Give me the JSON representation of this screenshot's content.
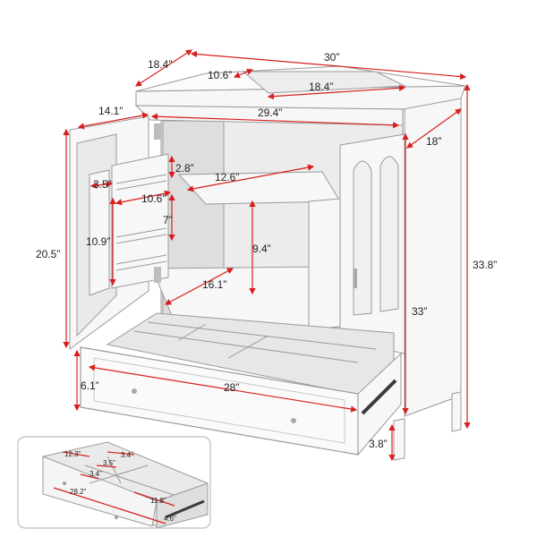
{
  "colors": {
    "dimension_line": "#d81e1e",
    "cabinet": "#f7f7f7",
    "cabinet_shadow": "#dcdcdc",
    "text": "#222222"
  },
  "dimensions": {
    "overall_width": "30”",
    "side_depth_top": "18.4”",
    "basin_depth": "10.6”",
    "basin_width": "18.4”",
    "door_width": "14.1”",
    "inner_width": "29.4”",
    "side_depth": "18”",
    "overall_height": "33.8”",
    "left_height": "20.5”",
    "shelf_gap": "2.8”",
    "rack_depth": "3.5”",
    "shelf_depth": "12.6”",
    "rack_width": "10.6”",
    "rack_gap": "7”",
    "rack_height": "10.9”",
    "inner_height": "9.4”",
    "floor_depth": "16.1”",
    "inner_side_height": "33”",
    "drawer_height": "6.1”",
    "drawer_width": "28”",
    "leg_height": "3.8”"
  },
  "inset": {
    "dims": {
      "a": "12.3”",
      "b": "3.4”",
      "c": "3.5”",
      "d": "3.4”",
      "e": "28.2”",
      "f": "11.8”",
      "g": "4.6”"
    }
  }
}
